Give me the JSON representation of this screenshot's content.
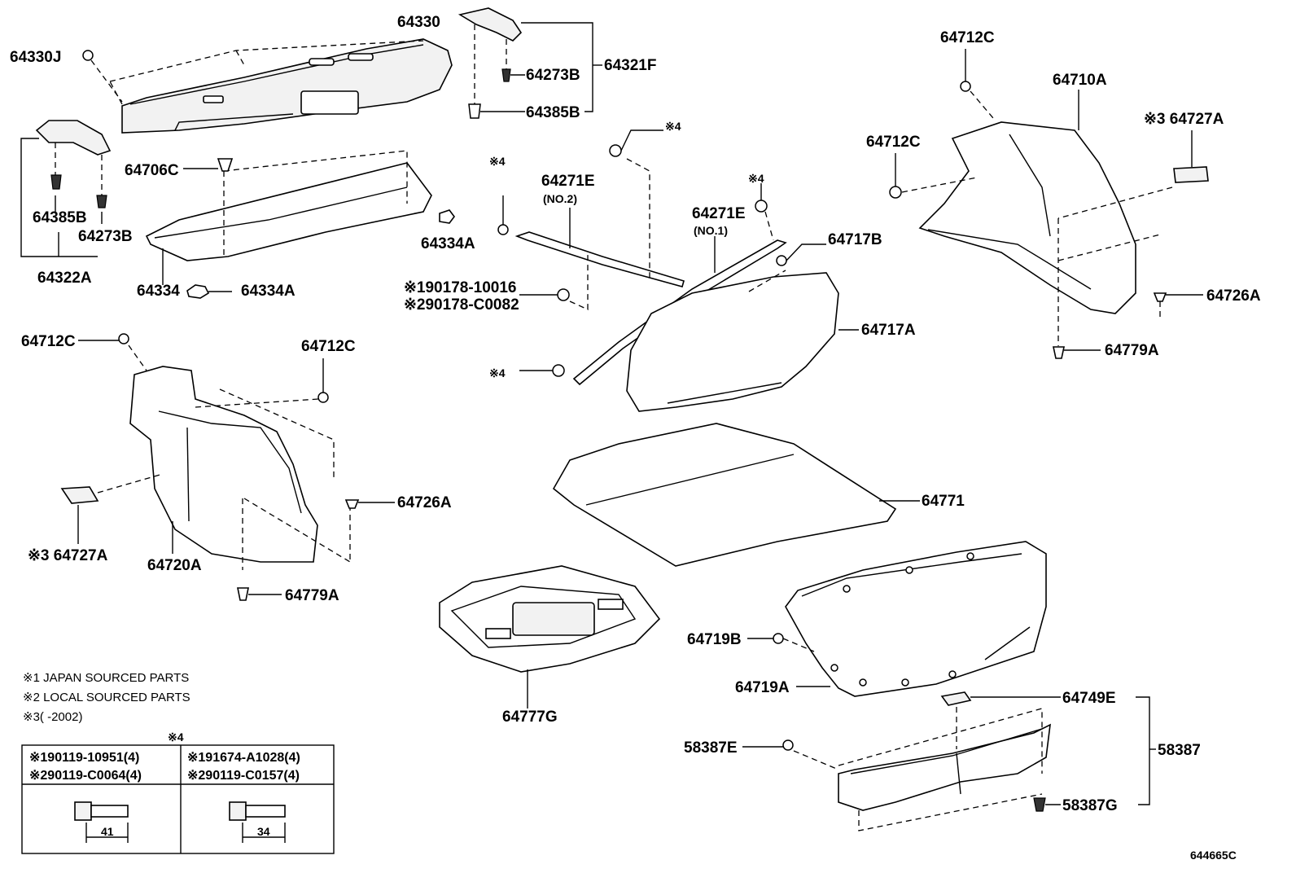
{
  "labels": {
    "p64330J": "64330J",
    "p64330": "64330",
    "p64321F": "64321F",
    "p64273B_a": "64273B",
    "p64385B_a": "64385B",
    "p64706C": "64706C",
    "p64385B_b": "64385B",
    "p64273B_b": "64273B",
    "p64322A": "64322A",
    "p64334": "64334",
    "p64334A_a": "64334A",
    "p64334A_b": "64334A",
    "p64271E_no2": "64271E",
    "no2": "(NO.2)",
    "p64271E_no1": "64271E",
    "no1": "(NO.1)",
    "mark4_a": "※4",
    "mark4_b": "※4",
    "mark4_c": "※4",
    "mark4_d": "※4",
    "nut1": "※190178-10016",
    "nut2": "※290178-C0082",
    "p64712C_top": "64712C",
    "p64710A": "64710A",
    "p64727A_r": "※3 64727A",
    "p64712C_r": "64712C",
    "p64717B": "64717B",
    "p64717A": "64717A",
    "p64726A_r": "64726A",
    "p64779A_r": "64779A",
    "p64712C_l1": "64712C",
    "p64712C_l2": "64712C",
    "p64726A_l": "64726A",
    "p64727A_l": "※3 64727A",
    "p64720A": "64720A",
    "p64779A_l": "64779A",
    "p64771": "64771",
    "p64777G": "64777G",
    "p64719B": "64719B",
    "p64719A": "64719A",
    "p64749E": "64749E",
    "p58387": "58387",
    "p58387E": "58387E",
    "p58387G": "58387G",
    "diagram_code": "644665C"
  },
  "notes": {
    "n1": "※1 JAPAN SOURCED PARTS",
    "n2": "※2 LOCAL SOURCED PARTS",
    "n3": "※3(      -2002)"
  },
  "bolt_table": {
    "header_mark": "※4",
    "col1_row1": "※190119-10951(4)",
    "col1_row2": "※290119-C0064(4)",
    "col2_row1": "※191674-A1028(4)",
    "col2_row2": "※290119-C0157(4)",
    "len1": "41",
    "len2": "34"
  }
}
